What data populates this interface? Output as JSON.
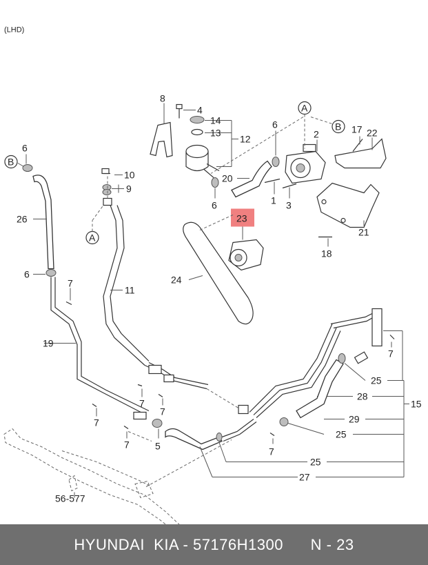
{
  "header": {
    "variant": "(LHD)"
  },
  "callouts": {
    "A_top": "A",
    "A_bottom": "A",
    "B_right": "B",
    "B_left": "B"
  },
  "parts": {
    "p1": "1",
    "p2": "2",
    "p3": "3",
    "p4": "4",
    "p5": "5",
    "p6a": "6",
    "p6b": "6",
    "p6c": "6",
    "p6d": "6",
    "p7a": "7",
    "p7b": "7",
    "p7c": "7",
    "p7d": "7",
    "p7e": "7",
    "p7f": "7",
    "p7g": "7",
    "p8": "8",
    "p9": "9",
    "p10": "10",
    "p11": "11",
    "p12": "12",
    "p13": "13",
    "p14": "14",
    "p15": "15",
    "p17": "17",
    "p18": "18",
    "p19": "19",
    "p20": "20",
    "p21": "21",
    "p22": "22",
    "p23": "23",
    "p24": "24",
    "p25a": "25",
    "p25b": "25",
    "p25c": "25",
    "p26": "26",
    "p27": "27",
    "p28": "28",
    "p29": "29",
    "ref": "56-577"
  },
  "highlight_color": "#f08080",
  "footer": {
    "brand": "HYUNDAI  KIA - 57176H1300",
    "code": "N - 23"
  }
}
